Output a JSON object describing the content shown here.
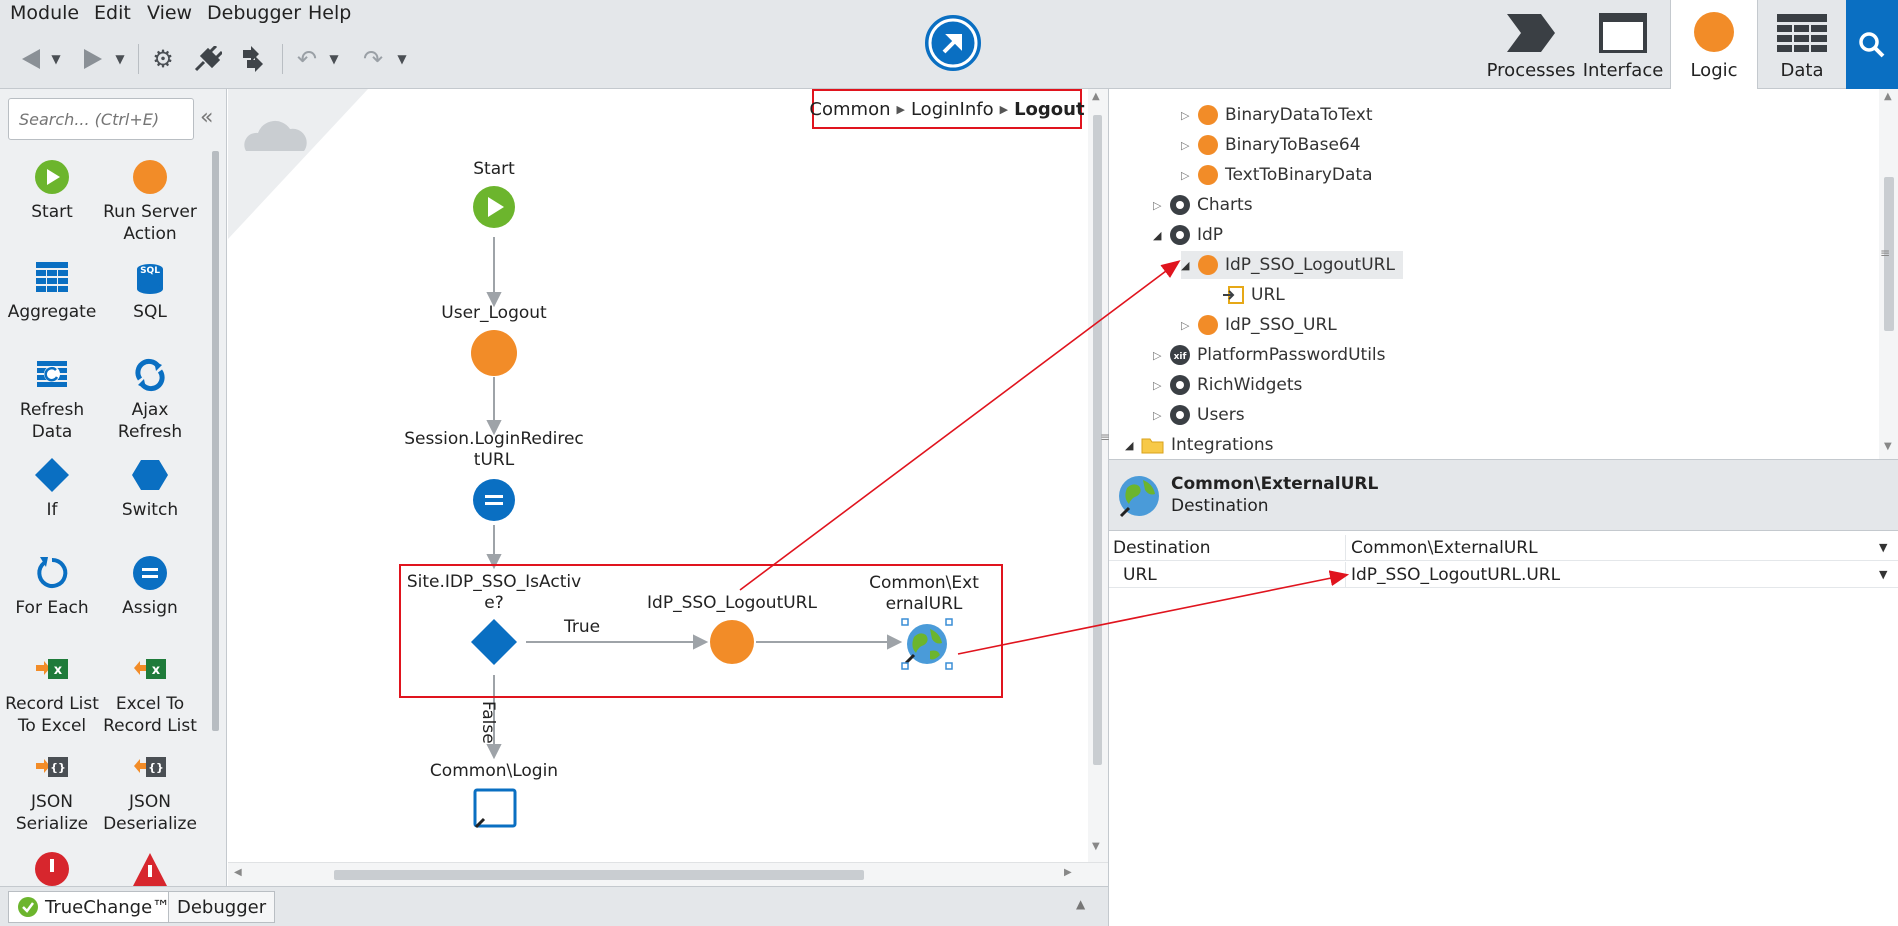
{
  "menu": [
    "Module",
    "Edit",
    "View",
    "Debugger",
    "Help"
  ],
  "tabs": [
    {
      "label": "Processes",
      "icon": "processes-icon"
    },
    {
      "label": "Interface",
      "icon": "interface-icon"
    },
    {
      "label": "Logic",
      "icon": "logic-icon"
    },
    {
      "label": "Data",
      "icon": "data-icon"
    }
  ],
  "search": {
    "placeholder": "Search... (Ctrl+E)"
  },
  "toolbox": [
    {
      "label": "Start",
      "icon": "start-icon"
    },
    {
      "label": "Run Server Action",
      "icon": "run-server-action-icon"
    },
    {
      "label": "Aggregate",
      "icon": "aggregate-icon"
    },
    {
      "label": "SQL",
      "icon": "sql-icon"
    },
    {
      "label": "Refresh Data",
      "icon": "refresh-data-icon"
    },
    {
      "label": "Ajax Refresh",
      "icon": "ajax-refresh-icon"
    },
    {
      "label": "If",
      "icon": "if-icon"
    },
    {
      "label": "Switch",
      "icon": "switch-icon"
    },
    {
      "label": "For Each",
      "icon": "for-each-icon"
    },
    {
      "label": "Assign",
      "icon": "assign-icon"
    },
    {
      "label": "Record List To Excel",
      "icon": "record-list-to-excel-icon"
    },
    {
      "label": "Excel To Record List",
      "icon": "excel-to-record-list-icon"
    },
    {
      "label": "JSON Serialize",
      "icon": "json-serialize-icon"
    },
    {
      "label": "JSON Deserialize",
      "icon": "json-deserialize-icon"
    }
  ],
  "breadcrumb": [
    "Common",
    "LoginInfo",
    "Logout"
  ],
  "flow": {
    "start": "Start",
    "user_logout": "User_Logout",
    "session_assign": "Session.LoginRedirectURL",
    "if_node": "Site.IDP_SSO_IsActive?",
    "true_label": "True",
    "false_label": "False",
    "logout_action": "IdP_SSO_LogoutURL",
    "external_url": "Common\\ExternalURL",
    "login": "Common\\Login"
  },
  "tree": [
    {
      "label": "BinaryDataToText",
      "icon": "server-action-icon"
    },
    {
      "label": "BinaryToBase64",
      "icon": "server-action-icon"
    },
    {
      "label": "TextToBinaryData",
      "icon": "server-action-icon"
    },
    {
      "label": "Charts",
      "icon": "module-icon"
    },
    {
      "label": "IdP",
      "icon": "module-icon"
    },
    {
      "label": "IdP_SSO_LogoutURL",
      "icon": "server-action-icon"
    },
    {
      "label": "URL",
      "icon": "input-parameter-icon"
    },
    {
      "label": "IdP_SSO_URL",
      "icon": "server-action-icon"
    },
    {
      "label": "PlatformPasswordUtils",
      "icon": "extension-icon"
    },
    {
      "label": "RichWidgets",
      "icon": "module-icon"
    },
    {
      "label": "Users",
      "icon": "module-icon"
    },
    {
      "label": "Integrations",
      "icon": "folder-icon"
    }
  ],
  "props_header": {
    "title": "Common\\ExternalURL",
    "subtitle": "Destination"
  },
  "properties": [
    {
      "name": "Destination",
      "value": "Common\\ExternalURL"
    },
    {
      "name": "URL",
      "value": "IdP_SSO_LogoutURL.URL"
    }
  ],
  "bottom_tabs": [
    "TrueChange™",
    "Debugger"
  ],
  "colors": {
    "accent": "#0a6fc2",
    "orange": "#f28c28",
    "annotation_red": "#e0141e",
    "green": "#6cb52d"
  }
}
